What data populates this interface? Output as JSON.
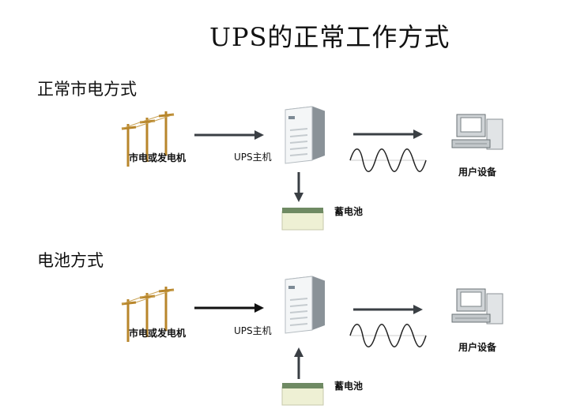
{
  "title": "UPS的正常工作方式",
  "sections": [
    {
      "heading": "正常市电方式",
      "source_label": "市电或发电机",
      "ups_label": "UPS主机",
      "battery_label": "蓄电池",
      "device_label": "用户设备",
      "battery_flow": "charge"
    },
    {
      "heading": "电池方式",
      "source_label": "市电或发电机",
      "ups_label": "UPS主机",
      "battery_label": "蓄电池",
      "device_label": "用户设备",
      "battery_flow": "discharge"
    }
  ],
  "colors": {
    "arrow": "#3a3f44",
    "pole": "#b8862b",
    "wave": "#222222",
    "battery_top": "#6f8a63",
    "battery_body": "#eef0d4"
  }
}
